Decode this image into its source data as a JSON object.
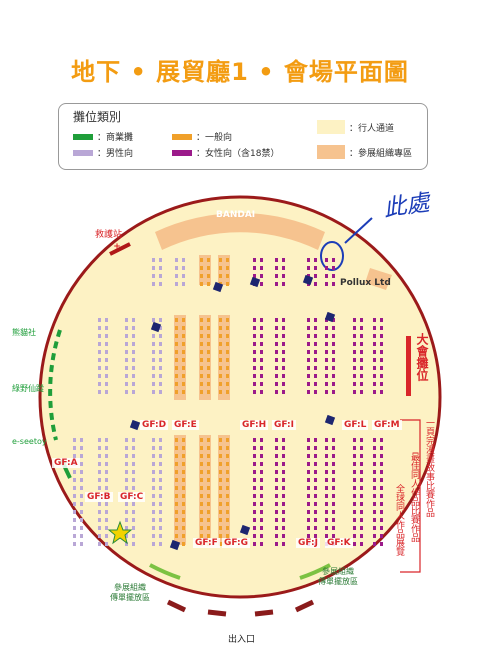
{
  "title": "地下 • 展貿廳1 • 會場平面圖",
  "legend": {
    "heading": "攤位類別",
    "items": [
      {
        "label": "：商業攤",
        "color": "#1f9e3a"
      },
      {
        "label": "：男性向",
        "color": "#b9a7d6"
      },
      {
        "label": "：一般向",
        "color": "#f0a02a"
      },
      {
        "label": "：女性向（含18禁）",
        "color": "#9b1a8a"
      },
      {
        "label": "：行人通道",
        "color": "#fdf2c4"
      },
      {
        "label": "：參展組織專區",
        "color": "#f6c38f"
      }
    ]
  },
  "map": {
    "top_booth": "BANDAI",
    "right_booth": "Pollux Ltd",
    "first_aid": "救護站",
    "stage": "大會攤位",
    "exit": "出入口",
    "left_stalls": [
      "熊貓社",
      "綠野仙蹤",
      "e-seetoy"
    ],
    "flyer_left": [
      "參展組織",
      "傳單擺放區"
    ],
    "flyer_right": [
      "參展組織",
      "傳單擺放區"
    ],
    "side_labels": [
      "一頁完漫畫故事比賽作品",
      "最佳同人作品比賽作品",
      "全球同人作品展覽"
    ],
    "zones": [
      "GF:A",
      "GF:B",
      "GF:C",
      "GF:D",
      "GF:E",
      "GF:F",
      "GF:G",
      "GF:H",
      "GF:I",
      "GF:J",
      "GF:K",
      "GF:L",
      "GF:M"
    ],
    "handwritten_note": "此處"
  },
  "colors": {
    "floor": "#fdf2c4",
    "border": "#9b1a1a",
    "org_area": "#f6c38f",
    "accent_red": "#d9262a",
    "navy": "#1d2670"
  }
}
